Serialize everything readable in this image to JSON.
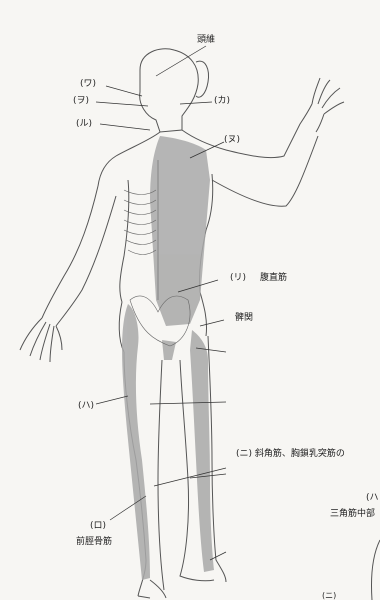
{
  "labels": {
    "head_vertex": "頭維",
    "wa": "(ワ)",
    "wo": "(ヲ)",
    "ru": "(ル)",
    "ka": "(カ)",
    "nu": "(ヌ)",
    "ri": "(リ)",
    "rectus": "腹直筋",
    "hip": "髀関",
    "ha_left": "(ハ)",
    "section_ni": "(ニ) 斜角筋、胸鎖乳突筋の",
    "ha_right": "(ハ",
    "deltoid_mid": "三角筋中部",
    "ro": "(ロ)",
    "tibialis": "前脛骨筋",
    "bottom_partial": "(ニ)"
  },
  "colors": {
    "background": "#f7f6f3",
    "outline": "#555555",
    "meridian_band": "#a9a9a9",
    "leader_line": "#333333"
  }
}
